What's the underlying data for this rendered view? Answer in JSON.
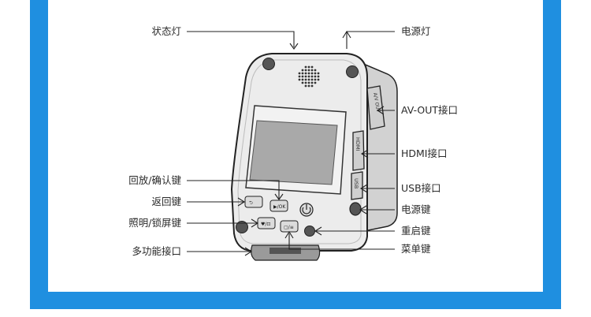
{
  "theme": {
    "border_color": "#1f8fe0",
    "panel_color": "#ffffff",
    "device_body": "#ededed",
    "screen_color": "#a9a9a9",
    "line_color": "#222222"
  },
  "labels": {
    "status_light": "状态灯",
    "power_light": "电源灯",
    "av_out_port": "AV-OUT接口",
    "hdmi_port": "HDMI接口",
    "usb_port": "USB接口",
    "power_key": "电源键",
    "reset_key": "重启键",
    "menu_key": "菜单键",
    "playback_confirm_key": "回放/确认键",
    "back_key": "返回键",
    "light_lock_key": "照明/锁屏键",
    "multi_port": "多功能接口"
  },
  "device": {
    "port_av": "A/V OUT",
    "port_hdmi": "HDMI",
    "port_usb": "USB"
  }
}
